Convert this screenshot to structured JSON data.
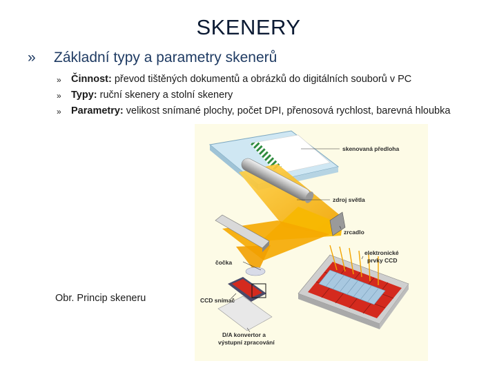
{
  "slide": {
    "title": "SKENERY",
    "heading": "Základní typy a parametry skenerů",
    "bullet_symbol": "»",
    "items": [
      {
        "label": "Činnost:",
        "text": " převod tištěných dokumentů a obrázků do digitálních souborů v PC"
      },
      {
        "label": "Typy:",
        "text": " ruční skenery a stolní skenery"
      },
      {
        "label": "Parametry:",
        "text": " velikost snímané plochy, počet DPI, přenosová rychlost, barevná hloubka"
      }
    ],
    "caption": "Obr. Princip skeneru"
  },
  "figure": {
    "labels": {
      "predloha": "skenovaná předloha",
      "svetlo": "zdroj světla",
      "zrcadlo": "zrcadlo",
      "cocka": "čočka",
      "ccd_prvky_1": "elektronické",
      "ccd_prvky_2": "prvky CCD",
      "ccd_snimac": "CCD snímač",
      "da_1": "D/A konvertor a",
      "da_2": "výstupní zpracování"
    },
    "colors": {
      "background": "#fdfbe6",
      "light_beam": "#f5b400",
      "ccd_red": "#d42a1e",
      "ccd_cells": "#a8c8e0",
      "glass": "#cfe7f3"
    }
  }
}
